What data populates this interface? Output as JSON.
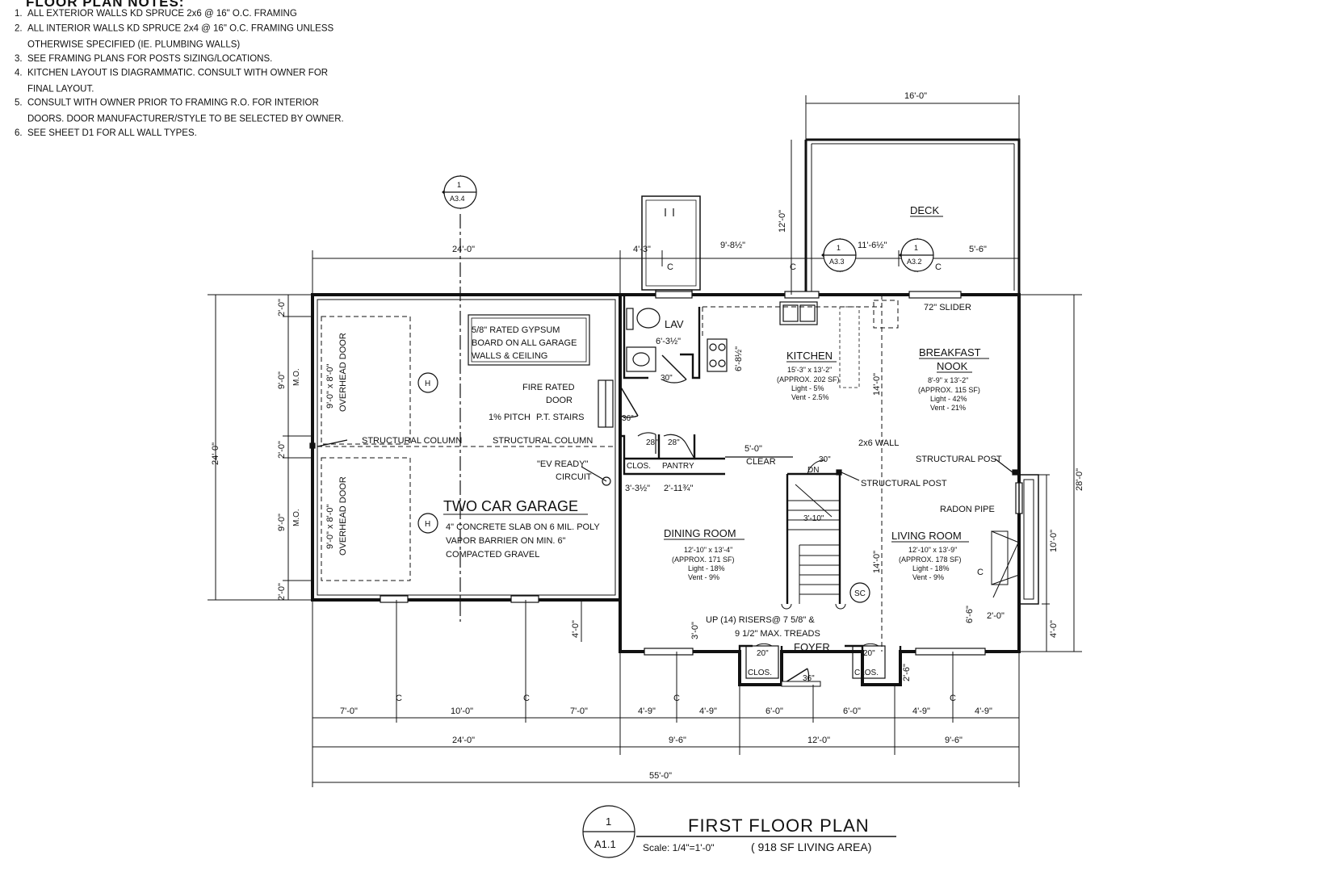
{
  "notes": {
    "title": "FLOOR PLAN NOTES:",
    "items": [
      {
        "num": "1.",
        "text": "ALL EXTERIOR WALLS KD SPRUCE 2x6 @ 16\" O.C. FRAMING"
      },
      {
        "num": "2.",
        "text": "ALL INTERIOR WALLS KD SPRUCE 2x4 @ 16\" O.C. FRAMING UNLESS OTHERWISE SPECIFIED (IE. PLUMBING WALLS)"
      },
      {
        "num": "3.",
        "text": "SEE FRAMING PLANS FOR POSTS SIZING/LOCATIONS."
      },
      {
        "num": "4.",
        "text": "KITCHEN LAYOUT IS DIAGRAMMATIC. CONSULT WITH OWNER FOR FINAL LAYOUT."
      },
      {
        "num": "5.",
        "text": "CONSULT WITH OWNER PRIOR TO FRAMING R.O. FOR INTERIOR DOORS. DOOR MANUFACTURER/STYLE TO BE SELECTED BY OWNER."
      },
      {
        "num": "6.",
        "text": "SEE SHEET D1 FOR ALL WALL TYPES."
      }
    ]
  },
  "rooms": {
    "garage": {
      "name": "TWO CAR GARAGE",
      "line1": "4\" CONCRETE SLAB ON 6 MIL. POLY",
      "line2": "VAPOR BARRIER ON MIN. 6\"",
      "line3": "COMPACTED GRAVEL"
    },
    "gypsum": {
      "line1": "5/8\" RATED GYPSUM",
      "line2": "BOARD ON ALL GARAGE",
      "line3": "WALLS & CEILING"
    },
    "kitchen": {
      "name": "KITCHEN",
      "size": "15'-3\" x 13'-2\"",
      "area": "(APPROX. 202 SF)",
      "light": "Light - 5%",
      "vent": "Vent - 2.5%"
    },
    "nook": {
      "name1": "BREAKFAST",
      "name2": "NOOK",
      "size": "8'-9\" x 13'-2\"",
      "area": "(APPROX. 115 SF)",
      "light": "Light - 42%",
      "vent": "Vent - 21%"
    },
    "dining": {
      "name": "DINING ROOM",
      "size": "12'-10\" x 13'-4\"",
      "area": "(APPROX. 171 SF)",
      "light": "Light - 18%",
      "vent": "Vent - 9%"
    },
    "living": {
      "name": "LIVING ROOM",
      "size": "12'-10\" x 13'-9\"",
      "area": "(APPROX. 178 SF)",
      "light": "Light - 18%",
      "vent": "Vent - 9%"
    },
    "lav": "LAV",
    "deck": "DECK",
    "foyer": "FOYER",
    "clos": "CLOS.",
    "pantry": "PANTRY"
  },
  "labels": {
    "overhead_door": "9'-0\" x 8'-0\"",
    "overhead_door2": "OVERHEAD DOOR",
    "mo": "M.O.",
    "h": "H",
    "fire_door1": "FIRE RATED",
    "fire_door2": "DOOR",
    "pitch": "1% PITCH",
    "pt_stairs": "P.T. STAIRS",
    "structural_column": "STRUCTURAL COLUMN",
    "ev1": "\"EV READY\"",
    "ev2": "CIRCUIT",
    "clear": "CLEAR",
    "wall_2x6": "2x6 WALL",
    "structural_post": "STRUCTURAL POST",
    "radon": "RADON PIPE",
    "slider": "72\" SLIDER",
    "dn": "DN",
    "sc": "SC",
    "risers1": "UP (14) RISERS@ 7 5/8\" &",
    "risers2": "9 1/2\" MAX. TREADS",
    "cl": "C",
    "door_30": "30\"",
    "door_36": "36\"",
    "door_28": "28\"",
    "door_20": "20\"",
    "step": "3'-10\""
  },
  "dims": {
    "d16": "16'-0\"",
    "d24": "24'-0\"",
    "d4_3": "4'-3\"",
    "d9_8": "9'-8½\"",
    "d11_6": "11'-6½\"",
    "d5_6": "5'-6\"",
    "d12": "12'-0\"",
    "d6_3": "6'-3½\"",
    "d6_8": "6'-8½\"",
    "d14": "14'-0\"",
    "d5": "5'-0\"",
    "d3_3": "3'-3½\"",
    "d2_11": "2'-11¾\"",
    "d28": "28'-0\"",
    "d10": "10'-0\"",
    "d2": "2'-0\"",
    "d9": "9'-0\"",
    "d4": "4'-0\"",
    "d3": "3'-0\"",
    "d6_6": "6'-6\"",
    "d2_6": "2'-6\"",
    "d7": "7'-0\"",
    "d10b": "10'-0\"",
    "d4_9": "4'-9\"",
    "d6": "6'-0\"",
    "d9_6": "9'-6\"",
    "d55": "55'-0\""
  },
  "sections": {
    "s1": {
      "num": "1",
      "ref": "A3.4"
    },
    "s2": {
      "num": "1",
      "ref": "A3.3"
    },
    "s3": {
      "num": "1",
      "ref": "A3.2"
    }
  },
  "title": {
    "num": "1",
    "sheet": "A1.1",
    "name": "FIRST FLOOR PLAN",
    "scale": "Scale: 1/4\"=1'-0\"",
    "area": "( 918 SF LIVING AREA)"
  }
}
